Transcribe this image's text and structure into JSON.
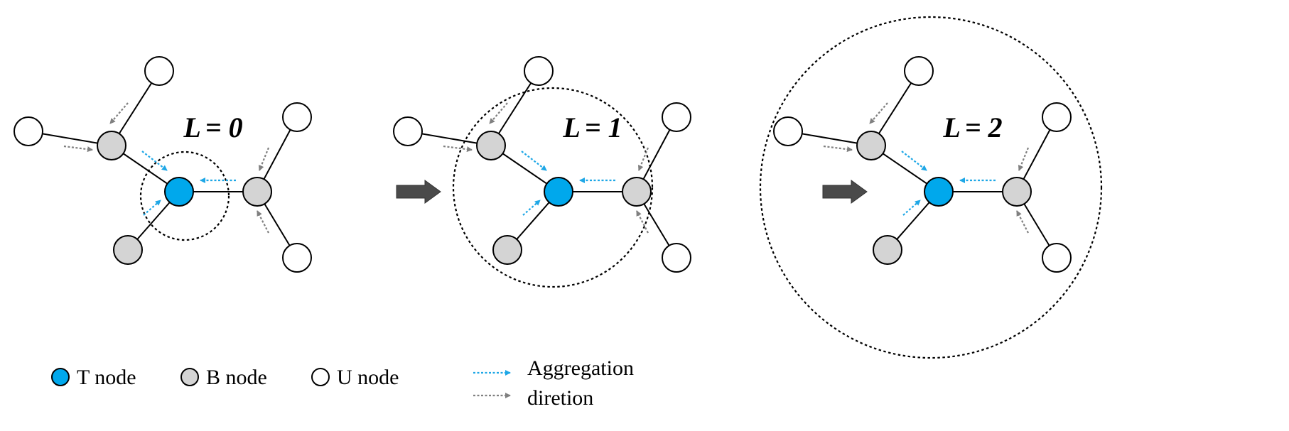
{
  "panels": [
    {
      "layer_var": "L",
      "layer_value": "= 0"
    },
    {
      "layer_var": "L",
      "layer_value": "= 1"
    },
    {
      "layer_var": "L",
      "layer_value": "= 2"
    }
  ],
  "legend": {
    "t_node": "T node",
    "b_node": "B node",
    "u_node": "U node",
    "arrow_line1": "Aggregation",
    "arrow_line2": "diretion"
  },
  "colors": {
    "t_node": "#00a8ec",
    "b_node": "#d4d4d4",
    "u_node": "#ffffff",
    "aggregation_t": "#1ea7e6",
    "aggregation_b": "#808080",
    "edge": "#000000",
    "step_arrow": "#4a4a4a"
  }
}
